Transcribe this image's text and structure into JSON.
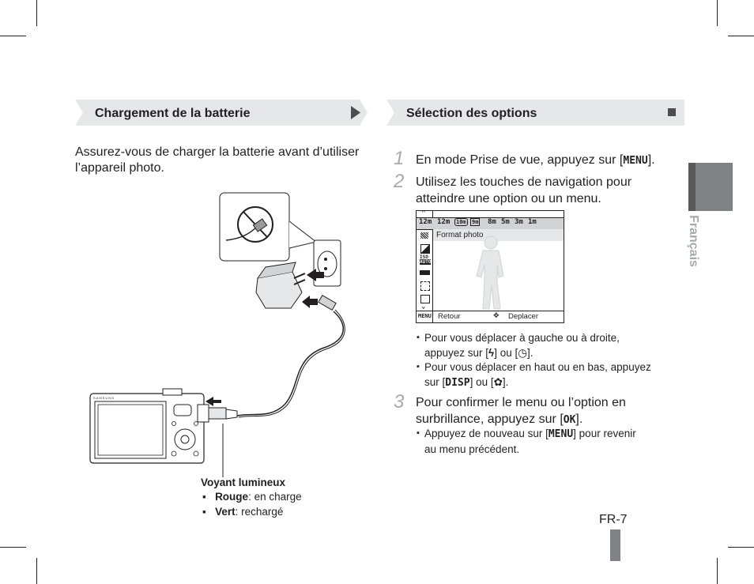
{
  "left_section": {
    "title": "Chargement de la batterie",
    "intro_line1": "Assurez-vous de charger la batterie avant d’utiliser",
    "intro_line2": "l’appareil photo.",
    "camera_brand": "SAMSUNG",
    "indicator": {
      "title": "Voyant lumineux",
      "items": [
        {
          "label": "Rouge",
          "text": ": en charge"
        },
        {
          "label": "Vert",
          "text": ": rechargé"
        }
      ]
    }
  },
  "right_section": {
    "title": "Sélection des options",
    "steps": [
      {
        "num": "1",
        "line1_pre": "En mode Prise de vue, appuyez sur [",
        "key": "MENU",
        "line1_post": "]."
      },
      {
        "num": "2",
        "line1": "Utilisez les touches de navigation pour",
        "line2": "atteindre une option ou un menu."
      },
      {
        "num": "3",
        "line1": "Pour confirmer le menu ou l’option en",
        "line2_pre": "surbrillance, appuyez sur [",
        "key": "OK",
        "line2_post": "]."
      }
    ],
    "screen": {
      "sizes": [
        "12m",
        "12m",
        "10m",
        "9m",
        "8m",
        "5m",
        "3m",
        "1m"
      ],
      "option_label": "Format photo",
      "back_key": "MENU",
      "back_label": "Retour",
      "move_label": "Deplacer"
    },
    "bullets_step2": [
      {
        "line1": "Pour vous déplacer à gauche ou à droite,",
        "line2_pre": "appuyez sur [",
        "icon1": "flash-icon",
        "mid": "] ou [",
        "icon2": "timer-icon",
        "line2_post": "]."
      },
      {
        "line1": "Pour vous déplacer en haut ou en bas, appuyez",
        "line2_pre": "sur [",
        "key": "DISP",
        "mid": "] ou [",
        "icon2": "macro-icon",
        "line2_post": "]."
      }
    ],
    "bullet_step3": {
      "line1_pre": "Appuyez de nouveau sur [",
      "key": "MENU",
      "line1_post": "] pour revenir",
      "line2": "au menu précédent."
    }
  },
  "side_tab": {
    "label": "Français"
  },
  "page_number": "FR-7",
  "colors": {
    "bar": "#e6e7e8",
    "tab": "#808285",
    "text": "#231f20",
    "step_num": "#a7a9ac"
  }
}
